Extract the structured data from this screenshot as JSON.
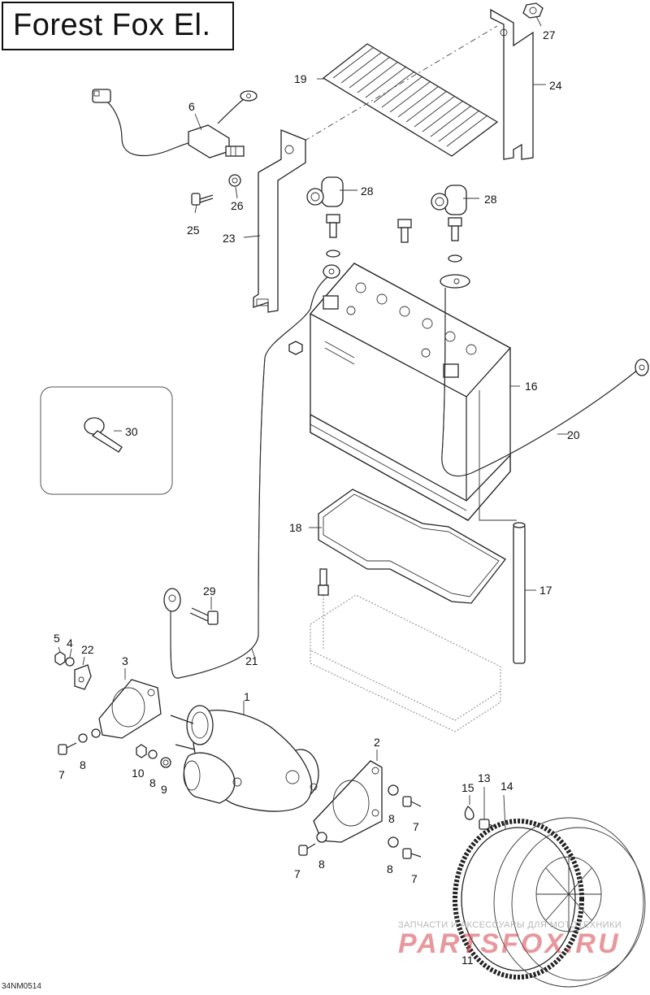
{
  "title": "Forest Fox El.",
  "document_code": "34NM0514",
  "watermark": {
    "tagline": "ЗАПЧАСТИ И АКСЕССУАРЫ ДЛЯ МОТОТЕХНИКИ",
    "brand": "PARTSFOX.RU"
  },
  "callouts": {
    "p1": "1",
    "p2": "2",
    "p3": "3",
    "p4": "4",
    "p5": "5",
    "p6": "6",
    "p7": "7",
    "p8": "8",
    "p9": "9",
    "p10": "10",
    "p11": "11",
    "p13": "13",
    "p14": "14",
    "p15": "15",
    "p16": "16",
    "p17": "17",
    "p18": "18",
    "p19": "19",
    "p20": "20",
    "p21": "21",
    "p22": "22",
    "p23": "23",
    "p24": "24",
    "p25": "25",
    "p26": "26",
    "p27": "27",
    "p28": "28",
    "p29": "29",
    "p30": "30"
  }
}
